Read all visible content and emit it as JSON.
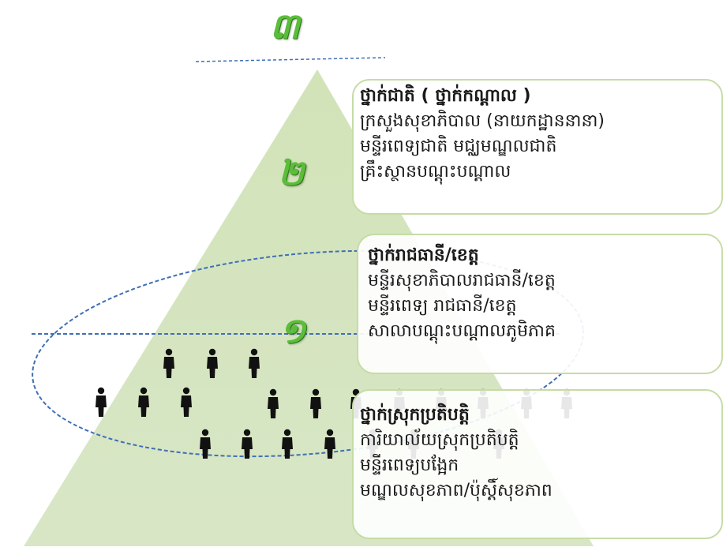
{
  "levels": {
    "top": {
      "numeral": "៣"
    },
    "middle": {
      "numeral": "២"
    },
    "bottom": {
      "numeral": "១"
    }
  },
  "national": {
    "heading": "ថ្នាក់ជាតិ ( ថ្នាក់កណ្តាល )",
    "lines": [
      "ក្រសួងសុខាភិបាល (នាយកដ្ឋាននានា)",
      "មន្ទីរពេទ្យជាតិ មជ្ឈមណ្ឌលជាតិ",
      "គ្រឹះស្ថានបណ្តុះបណ្តាល"
    ]
  },
  "provincial": {
    "heading": "ថ្នាក់រាជធានី/ខេត្ត",
    "lines": [
      "មន្ទីរសុខាភិបាលរាជធានី/ខេត្ត",
      "មន្ទីរពេទ្យ រាជធានី/ខេត្ត",
      "សាលាបណ្តុះបណ្តាលភូមិភាគ"
    ]
  },
  "district": {
    "heading": "ថ្នាក់ស្រុកប្រតិបត្តិ",
    "lines": [
      "ការិយាល័យស្រុកប្រតិបត្តិ",
      "មន្ទីរពេទ្យបង្អែក",
      "មណ្ឌលសុខភាព/ប៉ុស្តិ៍សុខភាព"
    ]
  },
  "colors": {
    "pyramid": "#d6e4c0",
    "box_border": "#c5dca4",
    "dashed": "#3f6fb6",
    "numeral": "#5bbd3a"
  },
  "people_icon": "person-icon"
}
